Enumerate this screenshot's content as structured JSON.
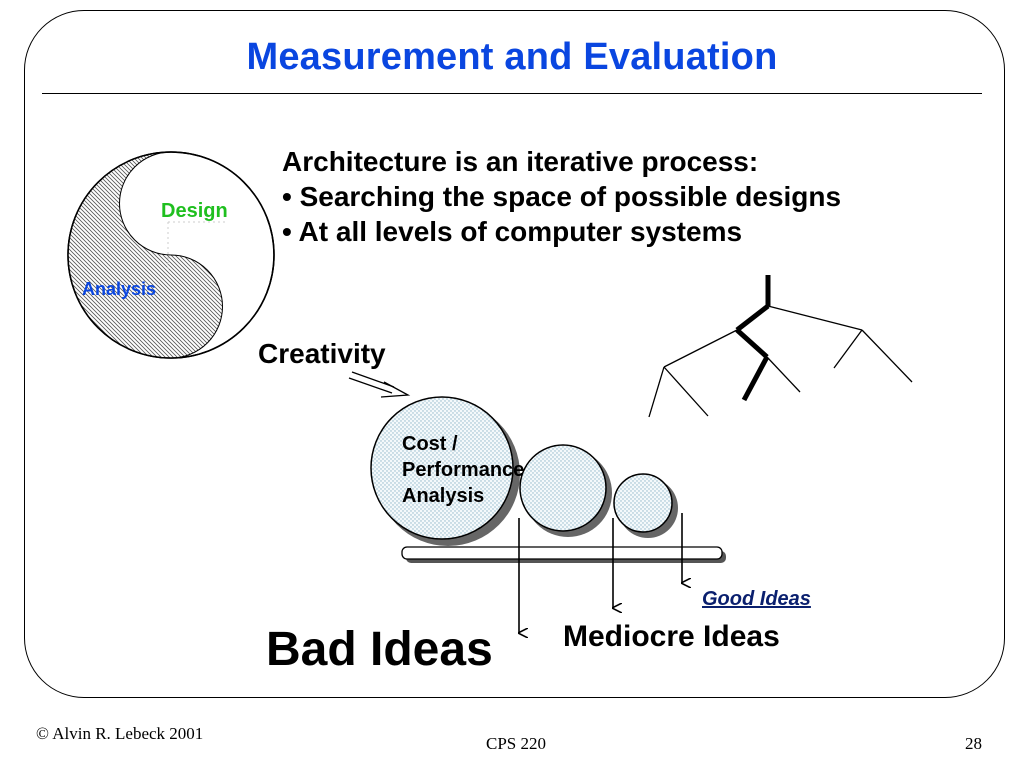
{
  "slide": {
    "title": "Measurement and Evaluation",
    "intro_heading": "Architecture is an iterative process:",
    "bullets": [
      "• Searching the space  of possible designs",
      "• At all levels of computer systems"
    ]
  },
  "yin_yang": {
    "design_label": "Design",
    "analysis_label": "Analysis"
  },
  "diagram": {
    "creativity_label": "Creativity",
    "cost_performance_label": "Cost / Performance Analysis",
    "good_ideas_label": "Good Ideas",
    "bad_ideas_label": "Bad Ideas",
    "mediocre_ideas_label": "Mediocre Ideas"
  },
  "footer": {
    "copyright": "© Alvin R. Lebeck 2001",
    "course": "CPS 220",
    "page_number": "28"
  },
  "colors": {
    "title": "#0a46e0",
    "design_label": "#1fbf1f",
    "analysis_label": "#0a46e0",
    "good_ideas": "#0a1f6e",
    "dots": "#8fb6c8"
  }
}
